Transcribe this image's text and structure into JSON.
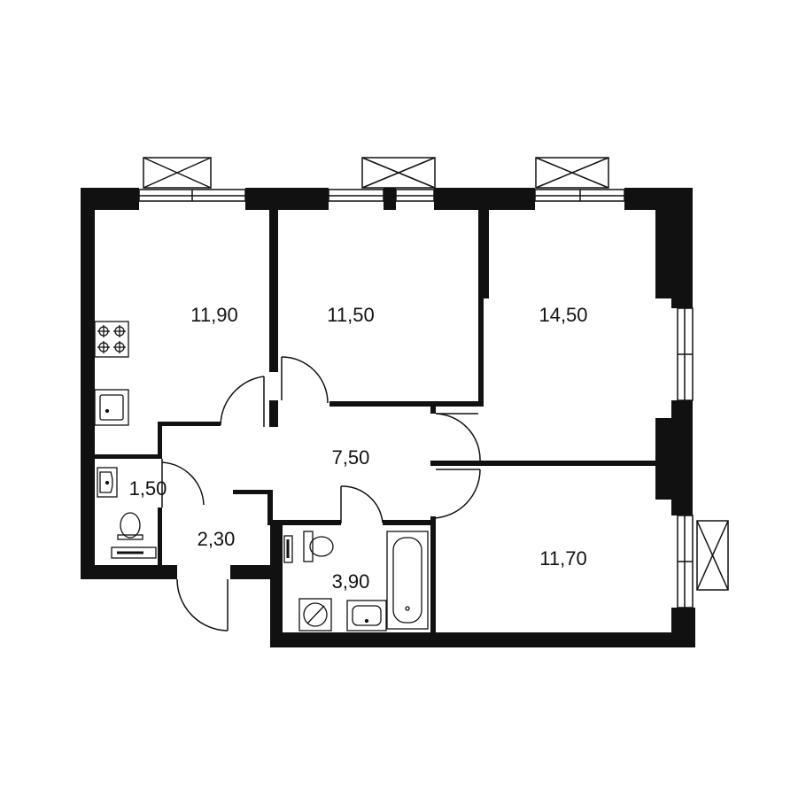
{
  "colors": {
    "wall": "#111111",
    "background": "#ffffff",
    "line": "#111111"
  },
  "rooms": [
    {
      "id": "kitchen",
      "area": "11,90"
    },
    {
      "id": "bedroom-middle",
      "area": "11,50"
    },
    {
      "id": "bedroom-right",
      "area": "14,50"
    },
    {
      "id": "hallway",
      "area": "7,50"
    },
    {
      "id": "toilet",
      "area": "1,50"
    },
    {
      "id": "entry",
      "area": "2,30"
    },
    {
      "id": "bathroom",
      "area": "3,90"
    },
    {
      "id": "bedroom-bottom",
      "area": "11,70"
    }
  ],
  "icons": {
    "stove": "stove-icon",
    "sink": "sink-icon",
    "toilet": "toilet-icon",
    "bathtub": "bathtub-icon",
    "washer": "washing-machine-icon",
    "ac": "ac-unit-icon"
  }
}
